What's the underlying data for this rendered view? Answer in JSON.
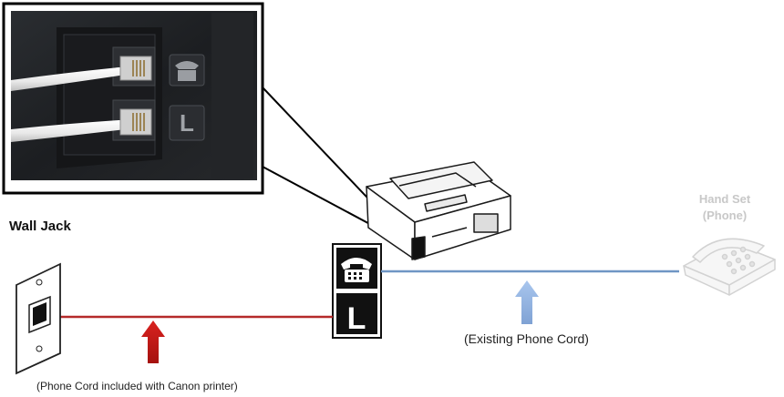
{
  "labels": {
    "wall_jack": "Wall Jack",
    "hand_set": "Hand Set",
    "hand_set_sub": "(Phone)",
    "canon_cord_caption": "(Phone Cord included with Canon printer)",
    "existing_cord_caption": "(Existing Phone Cord)"
  },
  "ports": {
    "phone_port_letter": "",
    "line_port_letter": "L"
  },
  "colors": {
    "canon_cord": "#b52a2a",
    "existing_cord": "#6f96c4",
    "arrow_red": "#c0181a",
    "arrow_blue": "#8fb1df",
    "port_panel": "#111111",
    "handset": "#d2d2d2"
  },
  "icons": [
    "phone-port-icon",
    "line-port-icon",
    "wall-jack-icon",
    "printer-icon",
    "handset-phone-icon",
    "red-arrow-icon",
    "blue-arrow-icon"
  ]
}
